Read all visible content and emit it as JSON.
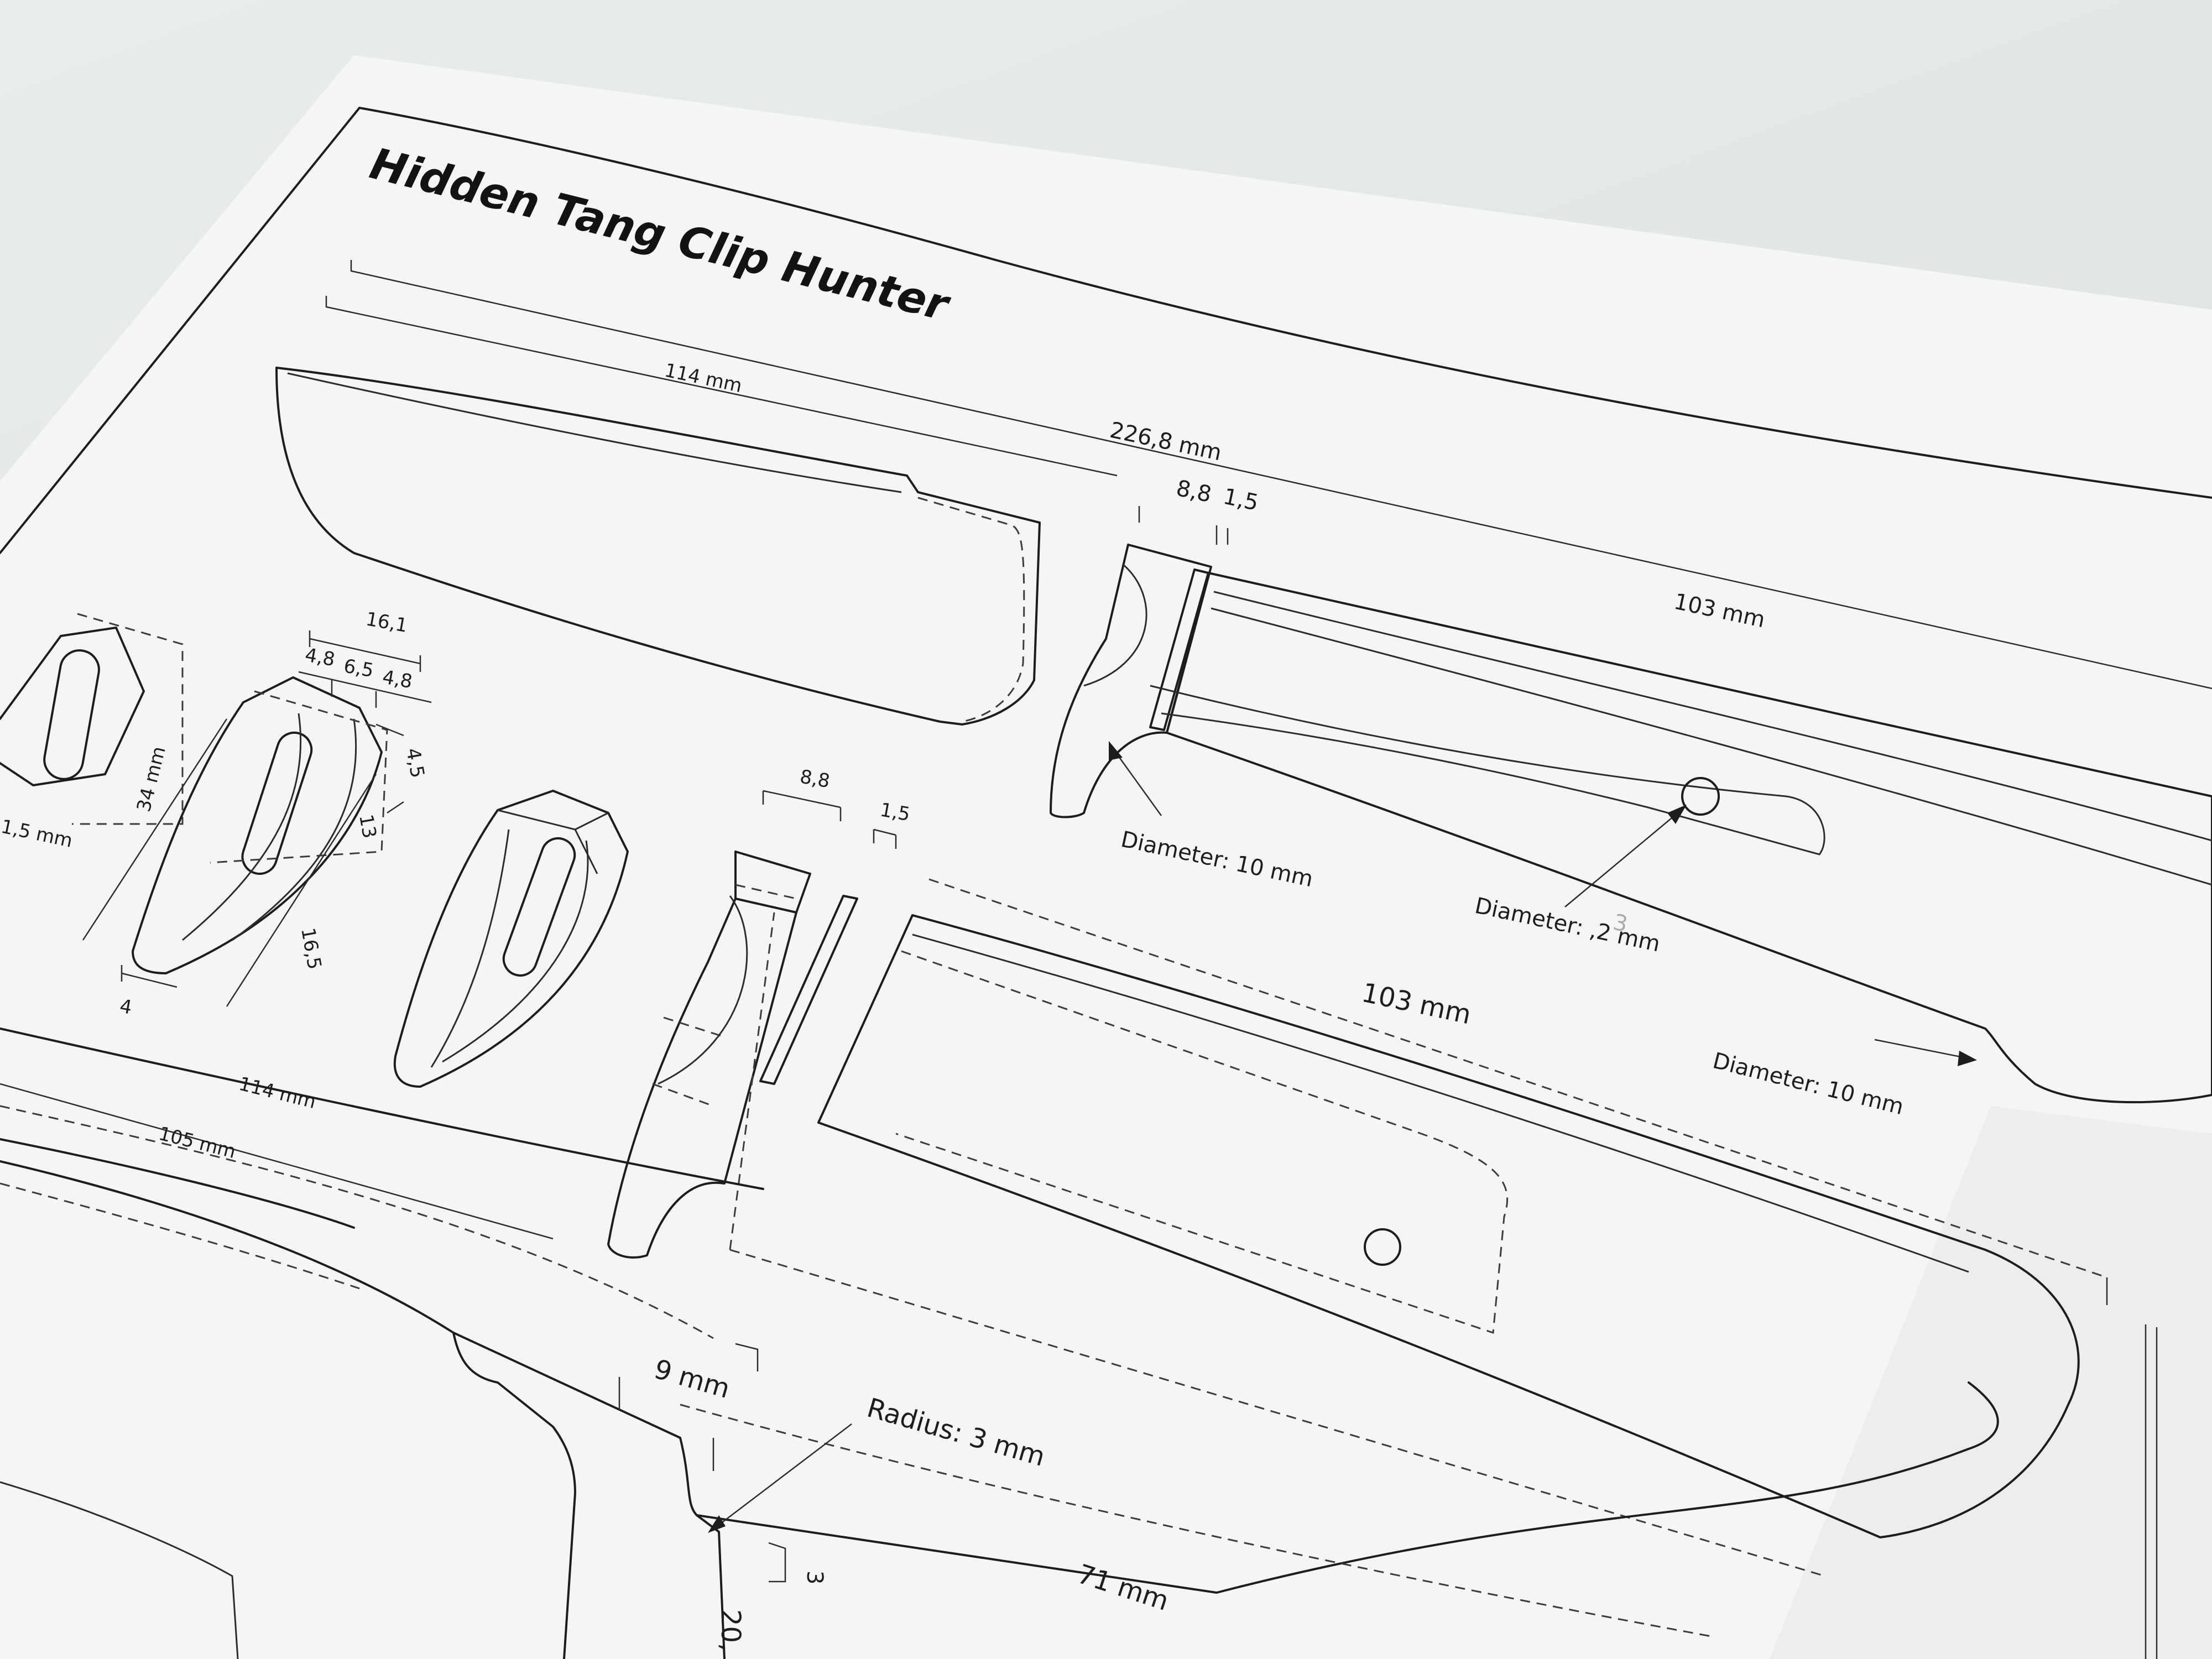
{
  "title": "Hidden Tang Clip Hunter",
  "dimensions": {
    "blade_length": "114 mm",
    "overall_length": "226,8 mm",
    "guard_thickness": "8,8",
    "spacer_thickness": "1,5",
    "handle_length": "103 mm",
    "handle_length_lower": "103 mm",
    "guard_width_total": "16,1",
    "guard_width_a": "4,8",
    "guard_width_b": "6,5",
    "guard_width_c": "4,8",
    "guard_height": "34 mm",
    "guard_dim_4_5": "4,5",
    "guard_dim_13": "13",
    "guard_dim_16_5": "16,5",
    "guard_dim_4": "4",
    "slot_dim_partial": "1,5 mm",
    "exploded_guard_thickness": "8,8",
    "exploded_spacer_thickness": "1,5",
    "lower_blade_length": "114 mm",
    "tang_length_105": "105 mm",
    "ricasso_9": "9 mm",
    "tang_length_71": "71 mm",
    "dim_3": "3",
    "dim_20_partial": "20,"
  },
  "callouts": {
    "guard_diameter": "Diameter: 10 mm",
    "pin_diameter": "Diameter: ,2 mm",
    "pin_diameter_partial_digit": "3",
    "butt_diameter": "Diameter: 10 mm",
    "radius": "Radius: 3 mm"
  },
  "colors": {
    "paper": "#f4f6f6",
    "line": "#1b1d1f",
    "background": "#dfe3e3"
  }
}
